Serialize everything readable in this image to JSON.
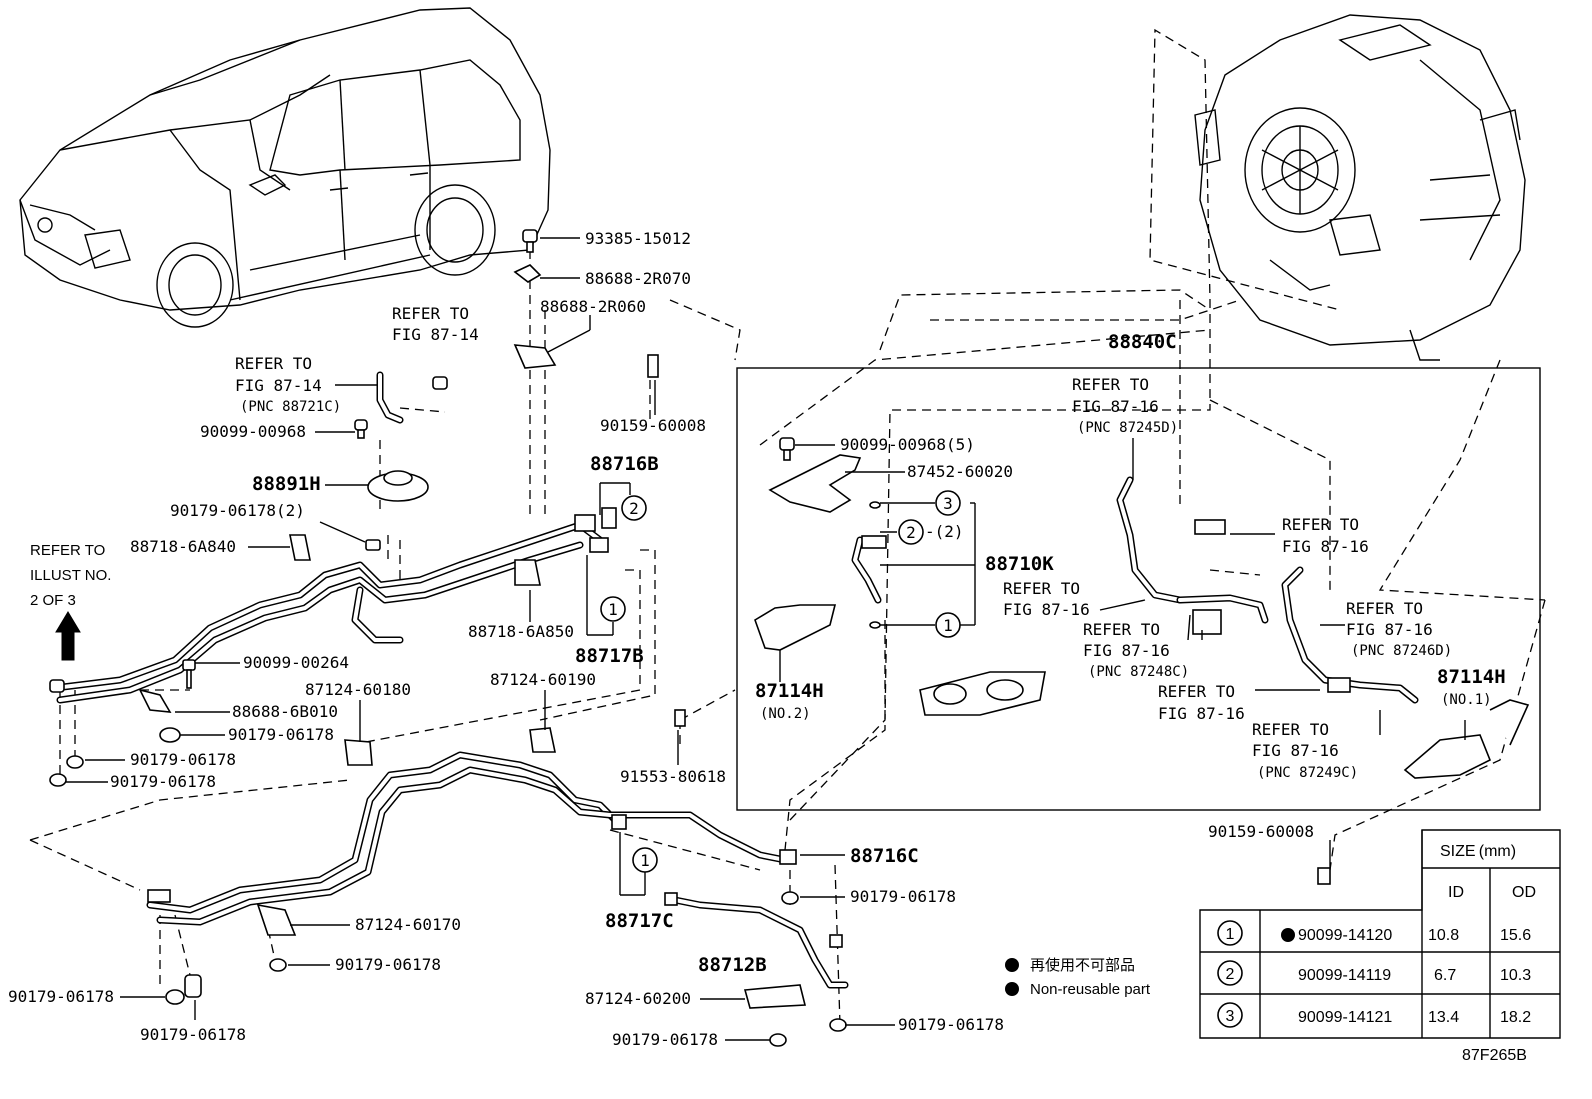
{
  "diagram_code": "87F265B",
  "refs": {
    "illust": [
      "REFER TO",
      "ILLUST NO.",
      "2 OF 3"
    ],
    "fig_87_14_top": [
      "REFER TO",
      "FIG 87-14"
    ],
    "fig_87_14_pnc": [
      "REFER TO",
      "FIG 87-14",
      "(PNC 88721C)"
    ],
    "fig_87_16_pnc87245D": [
      "REFER TO",
      "FIG 87-16",
      "(PNC 87245D)"
    ],
    "fig_87_16_right": [
      "REFER TO",
      "FIG 87-16"
    ],
    "fig_87_16_mid": [
      "REFER TO",
      "FIG 87-16"
    ],
    "fig_87_16_pnc87248C": [
      "REFER TO",
      "FIG 87-16",
      "(PNC 87248C)"
    ],
    "fig_87_16_pnc87246D": [
      "REFER TO",
      "FIG 87-16",
      "(PNC 87246D)"
    ],
    "fig_87_16_lower": [
      "REFER TO",
      "FIG 87-16"
    ],
    "fig_87_16_pnc87249C": [
      "REFER TO",
      "FIG 87-16",
      "(PNC 87249C)"
    ]
  },
  "parts": {
    "p93385_15012": "93385-15012",
    "p88688_2R070": "88688-2R070",
    "p88688_2R060": "88688-2R060",
    "p90159_60008_top": "90159-60008",
    "p90099_00968": "90099-00968",
    "p88891H": "88891H",
    "p90179_06178_2": "90179-06178(2)",
    "p88718_6A840": "88718-6A840",
    "p88716B": "88716B",
    "p88718_6A850": "88718-6A850",
    "p88717B": "88717B",
    "p90099_00264": "90099-00264",
    "p88688_6B010": "88688-6B010",
    "p87124_60180": "87124-60180",
    "p87124_60190": "87124-60190",
    "p90179_06178_a": "90179-06178",
    "p90179_06178_b": "90179-06178",
    "p90179_06178_c": "90179-06178",
    "p91553_80618": "91553-80618",
    "p88840C": "88840C",
    "p90099_00968_5": "90099-00968(5)",
    "p87452_60020": "87452-60020",
    "p88710K": "88710K",
    "p87114H_no2": "87114H",
    "no2": "(NO.2)",
    "p87114H_no1": "87114H",
    "no1": "(NO.1)",
    "qty2": "-(2)",
    "p88716C": "88716C",
    "p90179_06178_d": "90179-06178",
    "p88717C": "88717C",
    "p87124_60170": "87124-60170",
    "p90179_06178_e": "90179-06178",
    "p90179_06178_f": "90179-06178",
    "p90179_06178_g": "90179-06178",
    "p88712B": "88712B",
    "p87124_60200": "87124-60200",
    "p90179_06178_h": "90179-06178",
    "p90179_06178_i": "90179-06178",
    "p90159_60008_bottom": "90159-60008"
  },
  "callouts": {
    "c1": "1",
    "c2": "2",
    "c3": "3"
  },
  "legend": {
    "japanese": "再使用不可部品",
    "english": "Non-reusable part"
  },
  "size_table": {
    "title": "SIZE (mm)",
    "columns": [
      "ID",
      "OD"
    ],
    "rows": [
      {
        "key": "1",
        "part": "90099-14120",
        "nonreusable": true,
        "id": "10.8",
        "od": "15.6"
      },
      {
        "key": "2",
        "part": "90099-14119",
        "nonreusable": false,
        "id": "6.7",
        "od": "10.3"
      },
      {
        "key": "3",
        "part": "90099-14121",
        "nonreusable": false,
        "id": "13.4",
        "od": "18.2"
      }
    ]
  }
}
